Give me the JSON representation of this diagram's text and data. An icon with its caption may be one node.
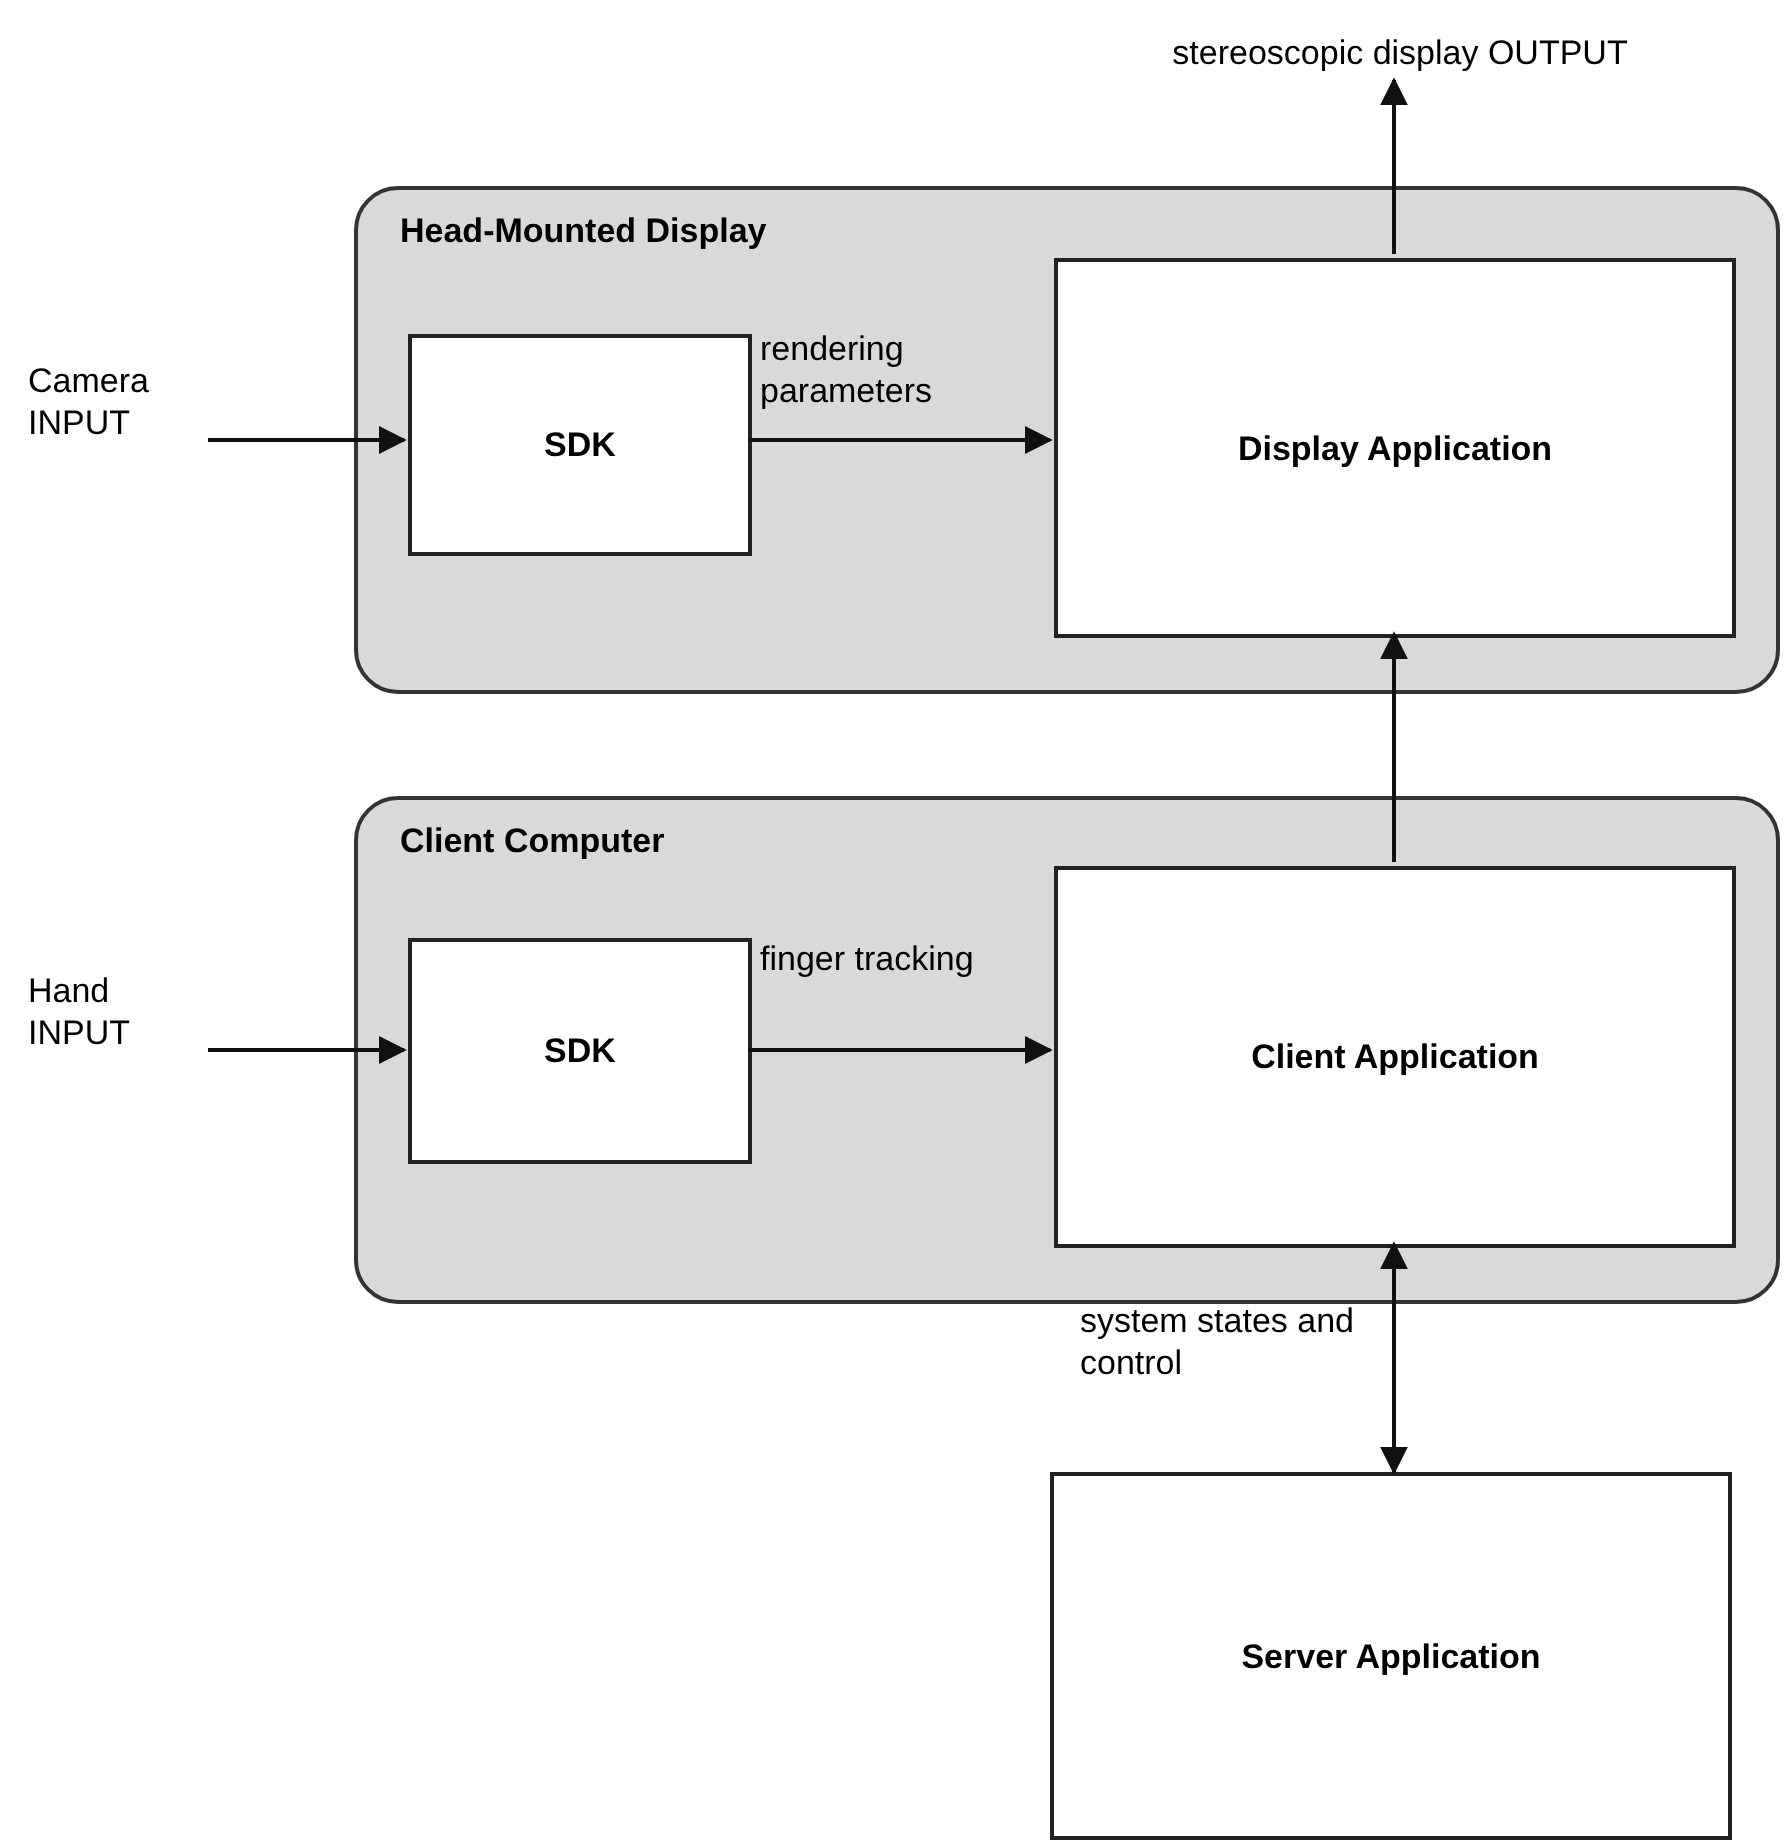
{
  "diagram": {
    "nodes": [
      {
        "text": [
          "Head-Mounted Display"
        ]
      },
      {
        "text": [
          "SDK"
        ],
        "in": 0
      },
      {
        "text": [
          "Display Application"
        ],
        "in": 0
      },
      {
        "text": [
          "Client Computer"
        ]
      },
      {
        "text": [
          "SDK"
        ],
        "in": 3
      },
      {
        "text": [
          "Client Application"
        ],
        "in": 3
      },
      {
        "text": [
          "Server Application"
        ]
      },
      {
        "text": [
          "Camera INPUT"
        ]
      },
      {
        "text": [
          "Hand INPUT"
        ]
      },
      {
        "text": [
          "stereoscopic display OUTPUT"
        ]
      }
    ],
    "edges": [
      {
        "from": 7,
        "to": 1,
        "arrow": "to"
      },
      {
        "from": 1,
        "to": 2,
        "arrow": "to",
        "label": "rendering parameters"
      },
      {
        "from": 2,
        "to": 9,
        "arrow": "to"
      },
      {
        "from": 5,
        "to": 2,
        "arrow": "to"
      },
      {
        "from": 8,
        "to": 4,
        "arrow": "to"
      },
      {
        "from": 4,
        "to": 5,
        "arrow": "to",
        "label": "finger tracking"
      },
      {
        "from": 5,
        "to": 6,
        "arrow": "both",
        "label": "system states and control"
      }
    ]
  }
}
